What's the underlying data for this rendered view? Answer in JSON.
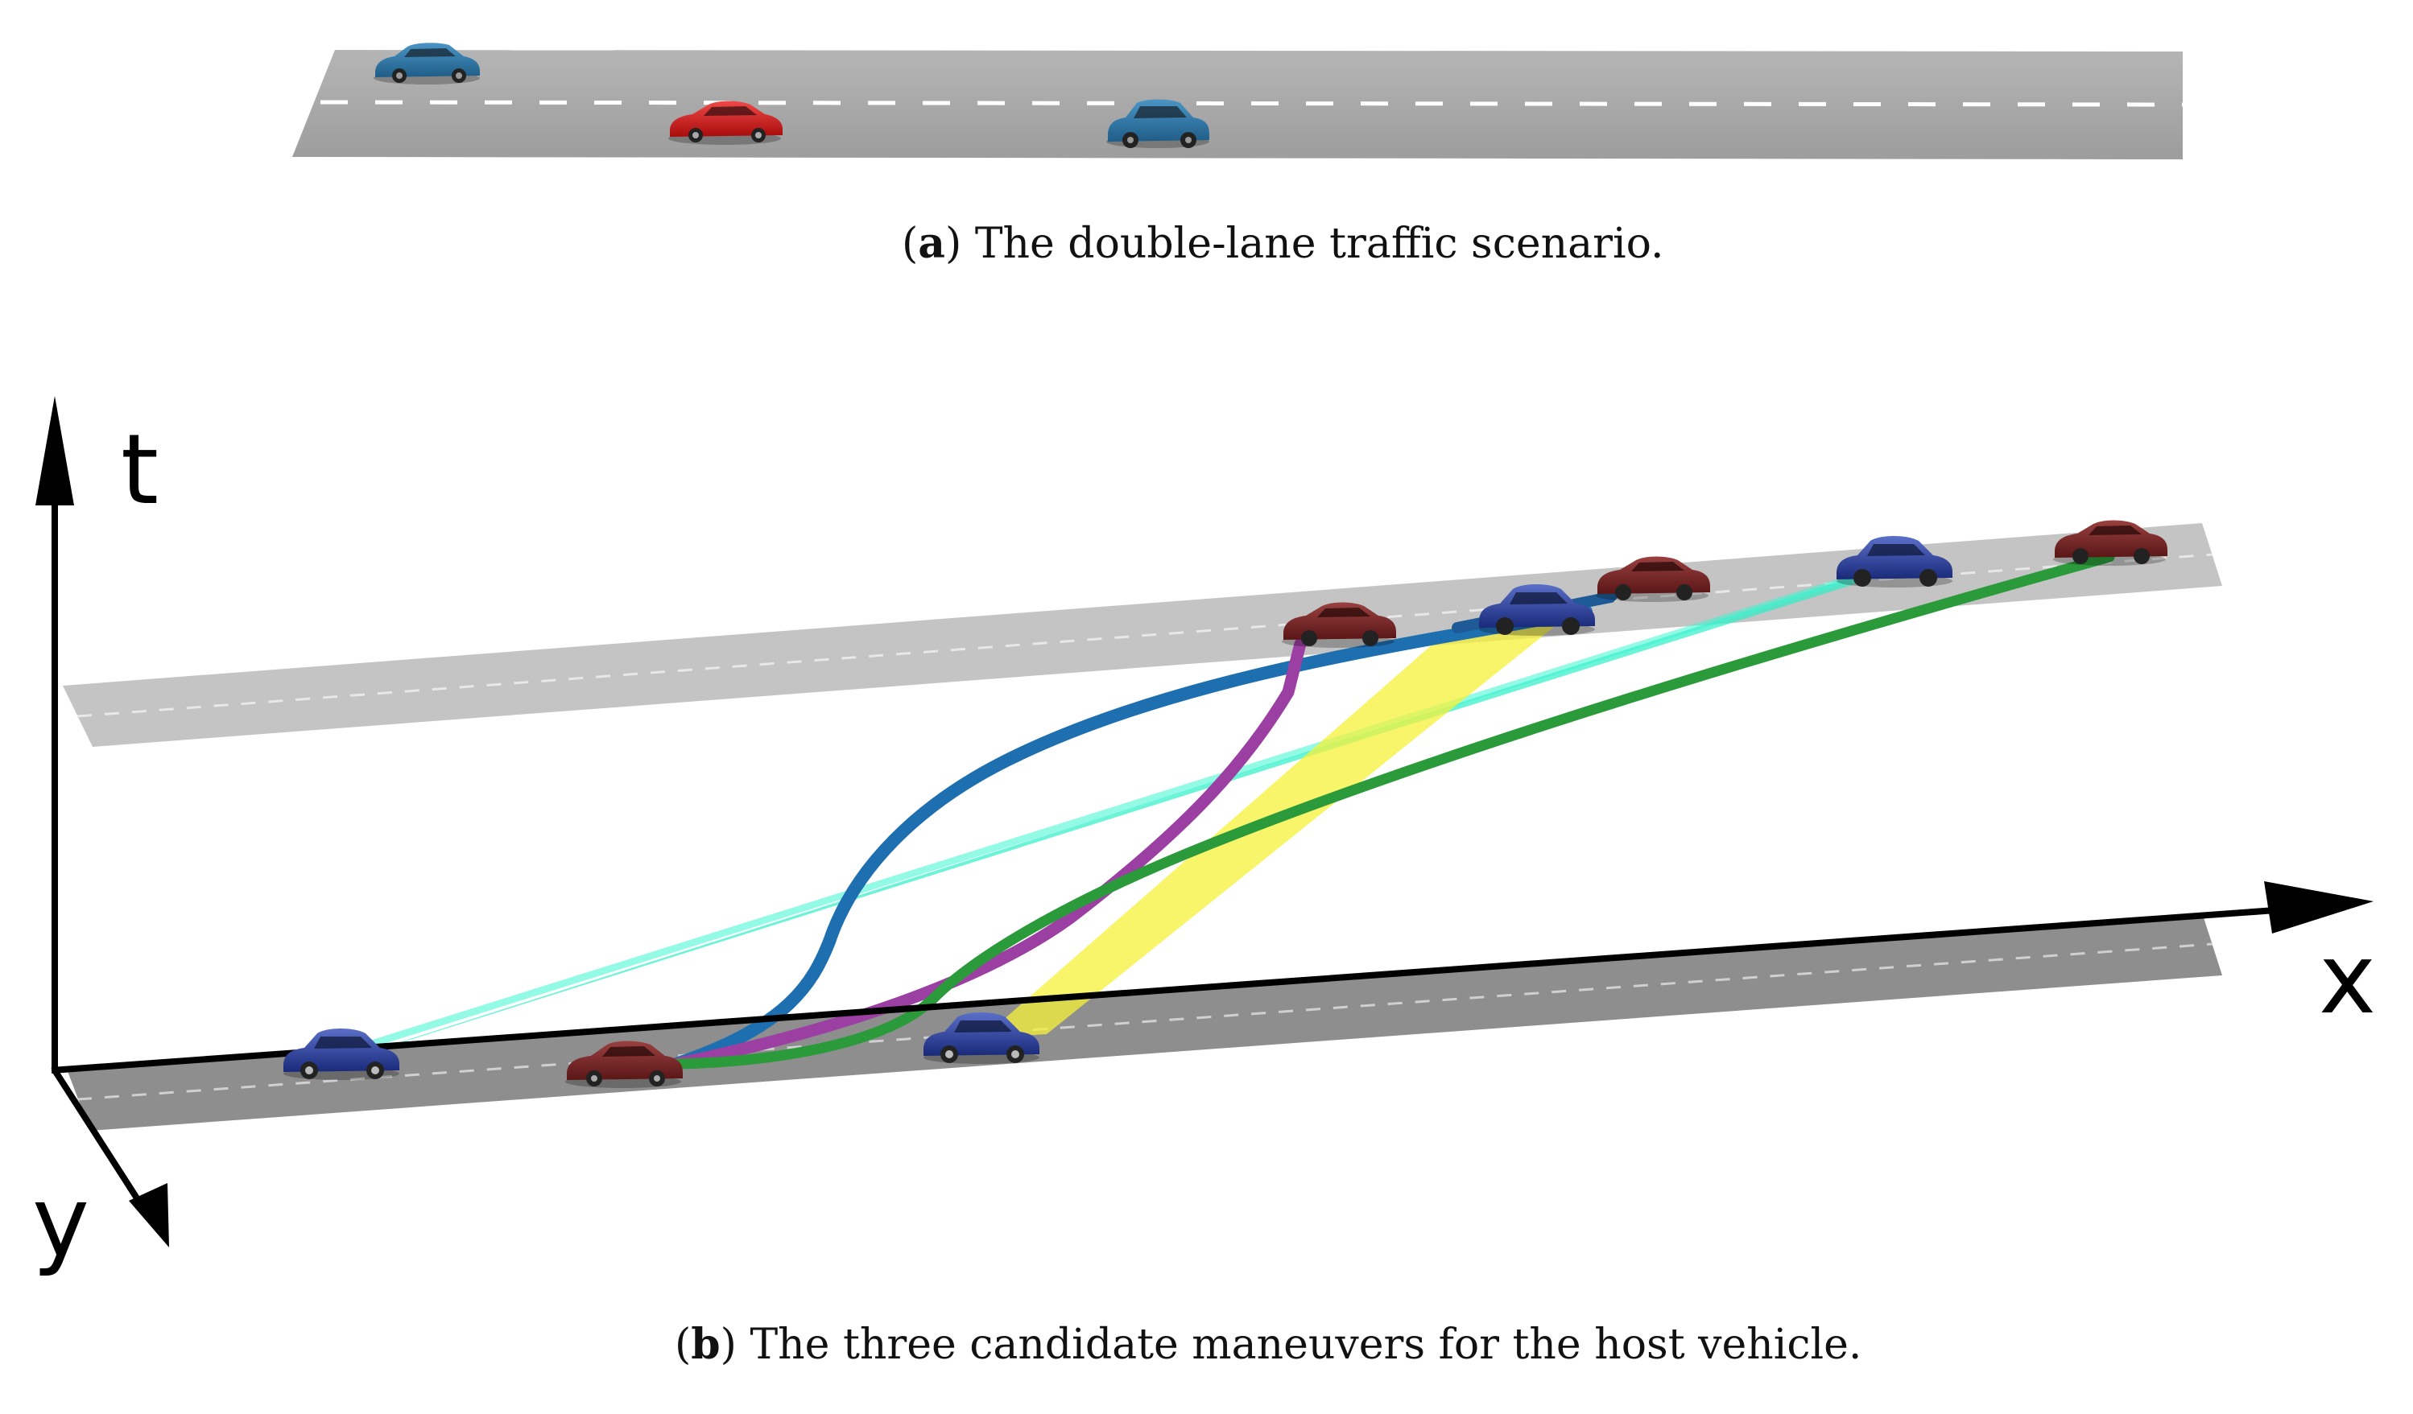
{
  "captions": {
    "a": {
      "tag": "a",
      "text": "The double-lane traffic scenario."
    },
    "b": {
      "tag": "b",
      "text": "The three candidate maneuvers for the host vehicle."
    }
  },
  "axes": {
    "t": "t",
    "x": "x",
    "y": "y"
  },
  "colors": {
    "road": "#a9a9a9",
    "lane_plane": "#bdbdbd",
    "host_car": "#d11c1c",
    "other_car": "#2f78a8",
    "maneuver_blue": "#1e6fb0",
    "maneuver_purple": "#9b3fa3",
    "maneuver_green": "#2a9a3a",
    "band_cyan": "#2ff0c8",
    "band_yellow": "#f5f23a"
  }
}
